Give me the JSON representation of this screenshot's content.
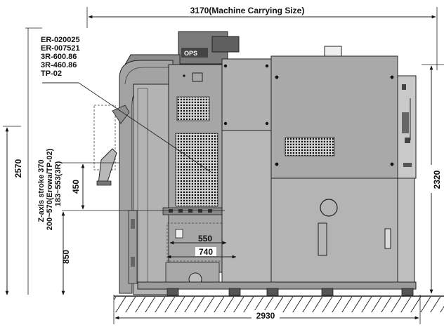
{
  "dimensions": {
    "carrying_width": "3170(Machine Carrying Size)",
    "base_width": "2930",
    "overall_height": "2570",
    "cabinet_height": "2320",
    "z_stroke": "Z-axis stroke 370",
    "z_range_erowa": "200~570(Erowa/TP-02)",
    "z_range_3r": "183~553(3R)",
    "stroke_450": "450",
    "table_height": "850",
    "table_width_550": "550",
    "table_width_740": "740"
  },
  "chuck_labels": [
    "ER-020025",
    "ER-007521",
    "3R-600.86",
    "3R-460.86",
    "TP-02"
  ],
  "logo": "OPS",
  "colors": {
    "machine_gray": "#9a9a9a",
    "machine_dark": "#6e6e6e",
    "machine_light": "#bdbdbd",
    "line": "#222222"
  }
}
